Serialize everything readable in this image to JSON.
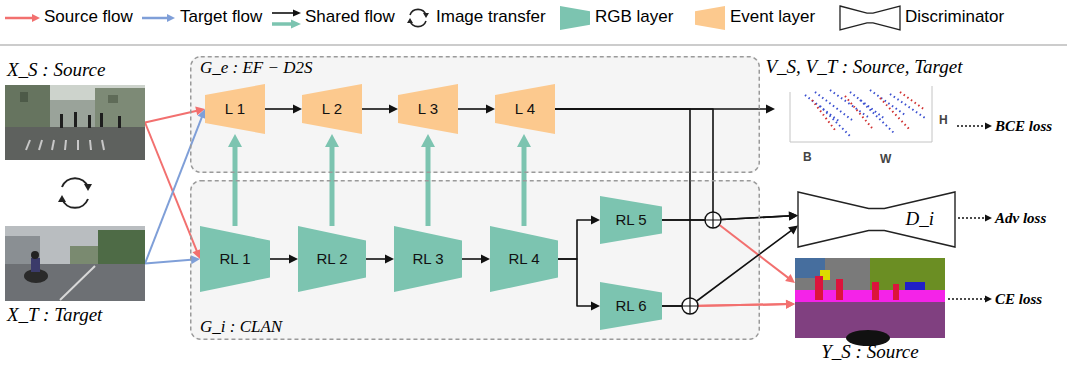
{
  "diagram": {
    "nodes": [
      {
        "text": [
          "X_S : Source"
        ]
      },
      {
        "text": [
          "G_e : EF − D2S"
        ]
      },
      {
        "text": [
          "L 1"
        ],
        "in": 1
      },
      {
        "text": [
          "L 2"
        ],
        "in": 1
      },
      {
        "text": [
          "L 3"
        ],
        "in": 1
      },
      {
        "text": [
          "L 4"
        ],
        "in": 1
      },
      {
        "text": [
          "V_S, V_T : Source, Target"
        ]
      },
      {
        "text": [
          "X_T : Target"
        ]
      },
      {
        "text": [
          "G_i : CLAN"
        ]
      },
      {
        "text": [
          "RL 1"
        ],
        "in": 8
      },
      {
        "text": [
          "RL 2"
        ],
        "in": 8
      },
      {
        "text": [
          "RL 3"
        ],
        "in": 8
      },
      {
        "text": [
          "RL 4"
        ],
        "in": 8
      },
      {
        "text": [
          "RL 5"
        ],
        "in": 8
      },
      {
        "text": [
          "RL 6"
        ],
        "in": 8
      },
      {
        "text": [
          "D_i"
        ]
      },
      {
        "text": [
          "Y_S : Source"
        ]
      }
    ],
    "edges": [
      {
        "from": 0,
        "to": 2,
        "arrow": "to"
      },
      {
        "from": 0,
        "to": 9,
        "arrow": "to"
      },
      {
        "from": 7,
        "to": 2,
        "arrow": "to"
      },
      {
        "from": 7,
        "to": 9,
        "arrow": "to"
      },
      {
        "from": 2,
        "to": 3,
        "arrow": "to"
      },
      {
        "from": 3,
        "to": 4,
        "arrow": "to"
      },
      {
        "from": 4,
        "to": 5,
        "arrow": "to"
      },
      {
        "from": 5,
        "to": 6,
        "arrow": "to"
      },
      {
        "from": 9,
        "to": 10,
        "arrow": "to"
      },
      {
        "from": 10,
        "to": 11,
        "arrow": "to"
      },
      {
        "from": 11,
        "to": 12,
        "arrow": "to"
      },
      {
        "from": 12,
        "to": 13,
        "arrow": "to"
      },
      {
        "from": 12,
        "to": 14,
        "arrow": "to"
      },
      {
        "from": 9,
        "to": 2,
        "arrow": "to"
      },
      {
        "from": 10,
        "to": 3,
        "arrow": "to"
      },
      {
        "from": 11,
        "to": 4,
        "arrow": "to"
      },
      {
        "from": 12,
        "to": 5,
        "arrow": "to"
      },
      {
        "from": 5,
        "to": 15,
        "arrow": "to"
      },
      {
        "from": 5,
        "to": 16,
        "arrow": "to"
      },
      {
        "from": 13,
        "to": 15,
        "arrow": "to"
      },
      {
        "from": 13,
        "to": 16,
        "arrow": "to"
      },
      {
        "from": 14,
        "to": 15,
        "arrow": "to"
      },
      {
        "from": 14,
        "to": 16,
        "arrow": "to"
      }
    ],
    "labels": [
      "BCE loss",
      "Adv loss",
      "CE loss",
      "B",
      "W",
      "H"
    ],
    "legend": [
      {
        "text": "Source flow"
      },
      {
        "text": "Target flow"
      },
      {
        "text": "Shared flow"
      },
      {
        "text": "Image transfer"
      },
      {
        "text": "RGB layer",
        "color": "#7cc4b0"
      },
      {
        "text": "Event layer",
        "color": "#fcc98e"
      },
      {
        "text": "Discriminator"
      }
    ]
  }
}
